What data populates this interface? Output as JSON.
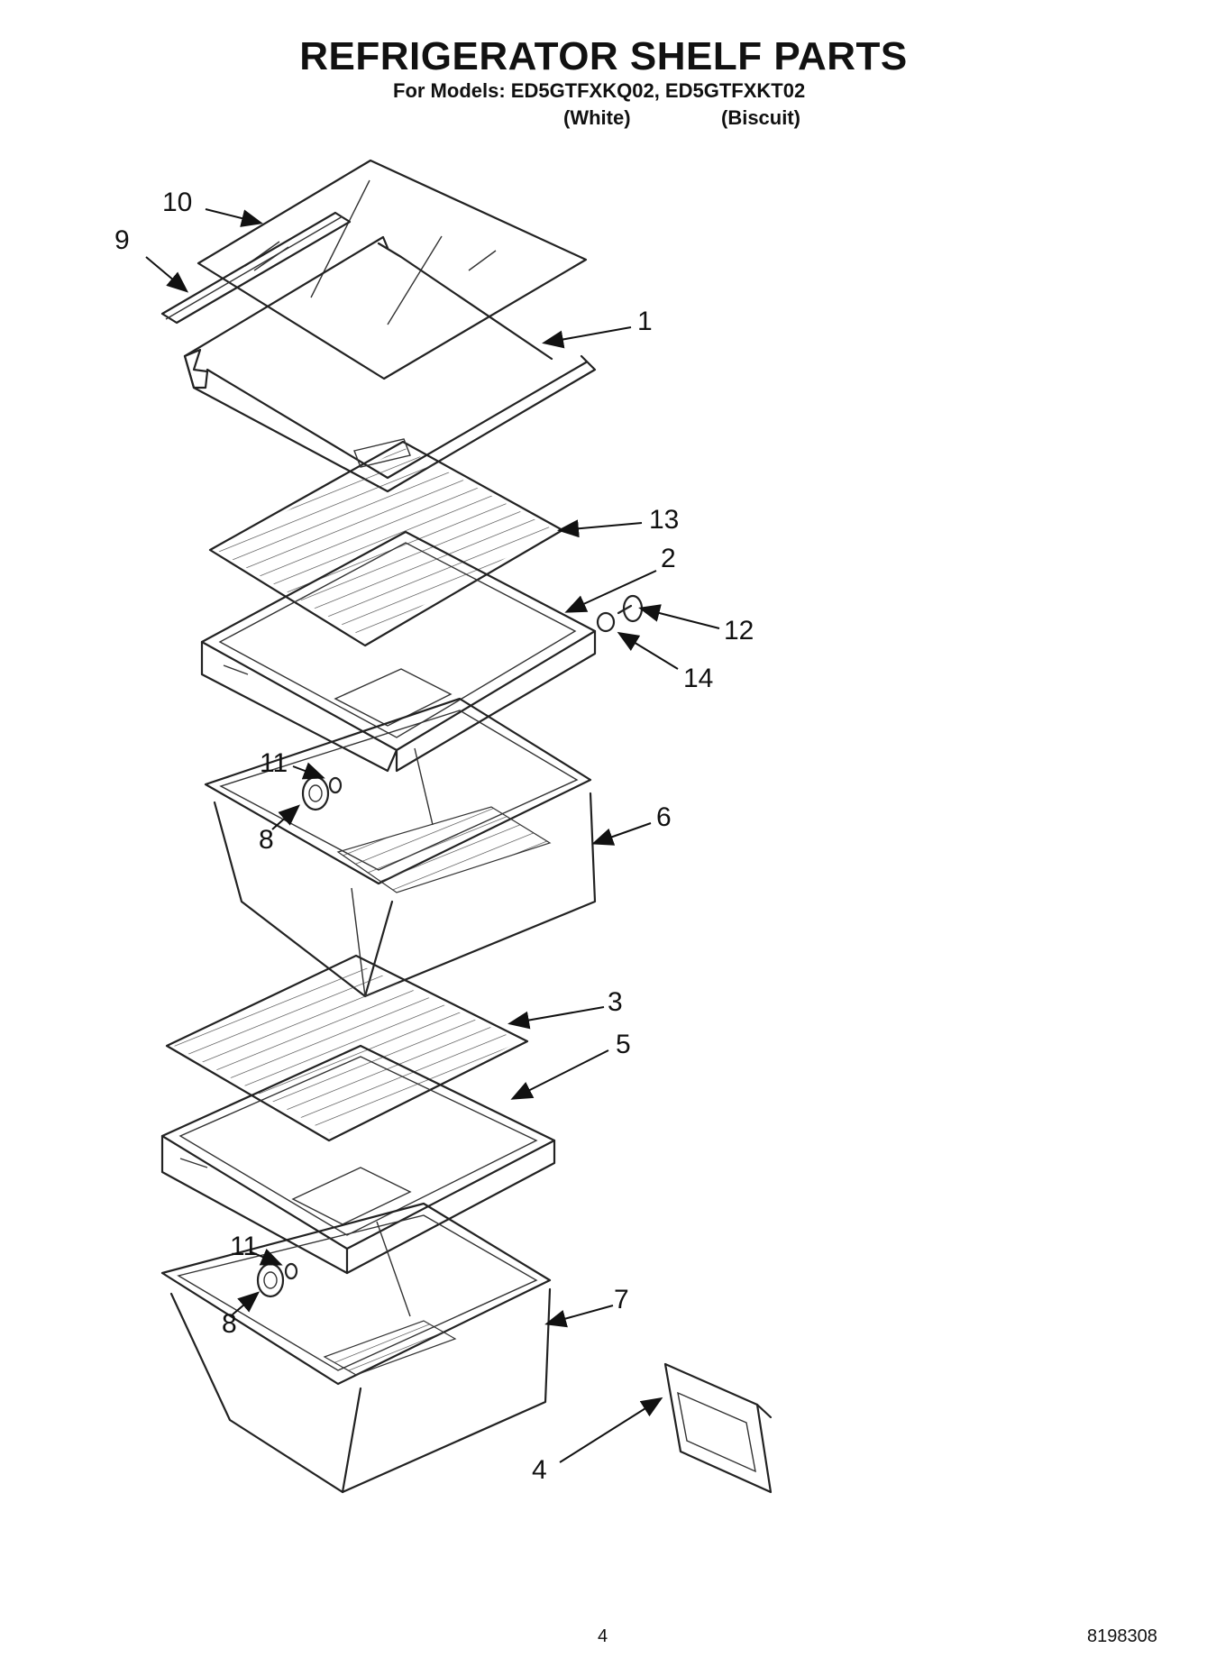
{
  "header": {
    "title": "REFRIGERATOR SHELF PARTS",
    "models": "For Models: ED5GTFXKQ02, ED5GTFXKT02",
    "variant_1": "(White)",
    "variant_2": "(Biscuit)"
  },
  "callouts": {
    "c1": "1",
    "c2": "2",
    "c3": "3",
    "c4": "4",
    "c5": "5",
    "c6": "6",
    "c7": "7",
    "c8a": "8",
    "c8b": "8",
    "c9": "9",
    "c10": "10",
    "c11a": "11",
    "c11b": "11",
    "c12": "12",
    "c13": "13",
    "c14": "14"
  },
  "footer": {
    "page_number": "4",
    "doc_number": "8198308"
  }
}
